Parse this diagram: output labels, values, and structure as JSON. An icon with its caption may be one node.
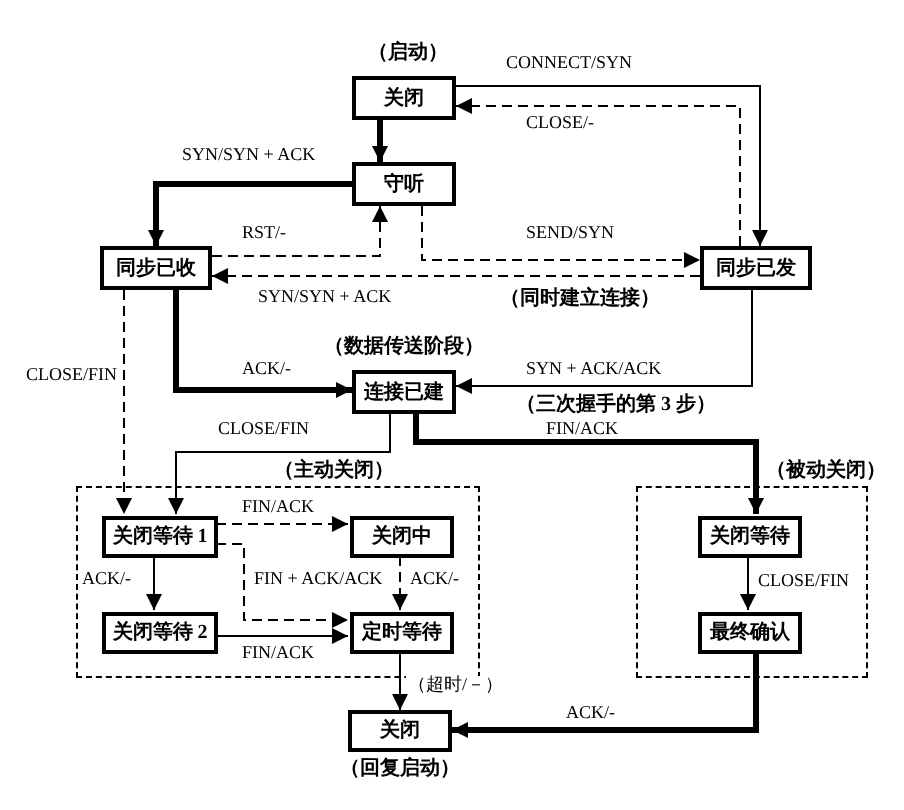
{
  "diagram": {
    "nodes": [
      {
        "text": [
          "关闭"
        ],
        "beside": [
          "（启动）"
        ]
      },
      {
        "text": [
          "守听"
        ]
      },
      {
        "text": [
          "同步已收"
        ]
      },
      {
        "text": [
          "同步已发"
        ]
      },
      {
        "text": [
          "连接已建"
        ],
        "beside": [
          "（数据传送阶段）"
        ]
      },
      {
        "text": [
          "（主动关闭）"
        ]
      },
      {
        "text": [
          "关闭等待 1"
        ],
        "in": 5
      },
      {
        "text": [
          "关闭中"
        ],
        "in": 5
      },
      {
        "text": [
          "关闭等待 2"
        ],
        "in": 5
      },
      {
        "text": [
          "定时等待"
        ],
        "in": 5
      },
      {
        "text": [
          "（被动关闭）"
        ]
      },
      {
        "text": [
          "关闭等待"
        ],
        "in": 10
      },
      {
        "text": [
          "最终确认"
        ],
        "in": 10
      },
      {
        "text": [
          "关闭"
        ],
        "beside": [
          "（回复启动）"
        ]
      }
    ],
    "edges": [
      {
        "from": 0,
        "to": 1,
        "arrow": "to",
        "style": "thick"
      },
      {
        "from": 0,
        "to": 3,
        "arrow": "to",
        "label": "CONNECT/SYN"
      },
      {
        "from": 3,
        "to": 0,
        "arrow": "to",
        "label": "CLOSE/-",
        "style": "dashed"
      },
      {
        "from": 1,
        "to": 2,
        "arrow": "to",
        "label": "SYN/SYN + ACK",
        "style": "thick"
      },
      {
        "from": 2,
        "to": 1,
        "arrow": "to",
        "label": "RST/-",
        "style": "dashed"
      },
      {
        "from": 1,
        "to": 3,
        "arrow": "to",
        "label": "SEND/SYN",
        "style": "dashed"
      },
      {
        "from": 3,
        "to": 2,
        "arrow": "to",
        "label": "SYN/SYN + ACK",
        "style": "dashed"
      },
      {
        "from": 2,
        "to": 4,
        "arrow": "to",
        "label": "ACK/-",
        "style": "thick"
      },
      {
        "from": 3,
        "to": 4,
        "arrow": "to",
        "label": "SYN + ACK/ACK"
      },
      {
        "from": 2,
        "to": 6,
        "arrow": "to",
        "label": "CLOSE/FIN",
        "style": "dashed"
      },
      {
        "from": 4,
        "to": 6,
        "arrow": "to",
        "label": "CLOSE/FIN"
      },
      {
        "from": 4,
        "to": 11,
        "arrow": "to",
        "label": "FIN/ACK",
        "style": "thick"
      },
      {
        "from": 6,
        "to": 7,
        "arrow": "to",
        "label": "FIN/ACK",
        "style": "dashed"
      },
      {
        "from": 6,
        "to": 9,
        "arrow": "to",
        "label": "FIN + ACK/ACK",
        "style": "dashed"
      },
      {
        "from": 7,
        "to": 9,
        "arrow": "to",
        "label": "ACK/-",
        "style": "dashed"
      },
      {
        "from": 6,
        "to": 8,
        "arrow": "to",
        "label": "ACK/-"
      },
      {
        "from": 8,
        "to": 9,
        "arrow": "to",
        "label": "FIN/ACK"
      },
      {
        "from": 9,
        "to": 13,
        "arrow": "to",
        "label": "（超时/－）"
      },
      {
        "from": 11,
        "to": 12,
        "arrow": "to",
        "label": "CLOSE/FIN"
      },
      {
        "from": 12,
        "to": 13,
        "arrow": "to",
        "label": "ACK/-",
        "style": "thick"
      }
    ],
    "labels": [
      "（同时建立连接）",
      "（三次握手的第 3 步）"
    ]
  }
}
